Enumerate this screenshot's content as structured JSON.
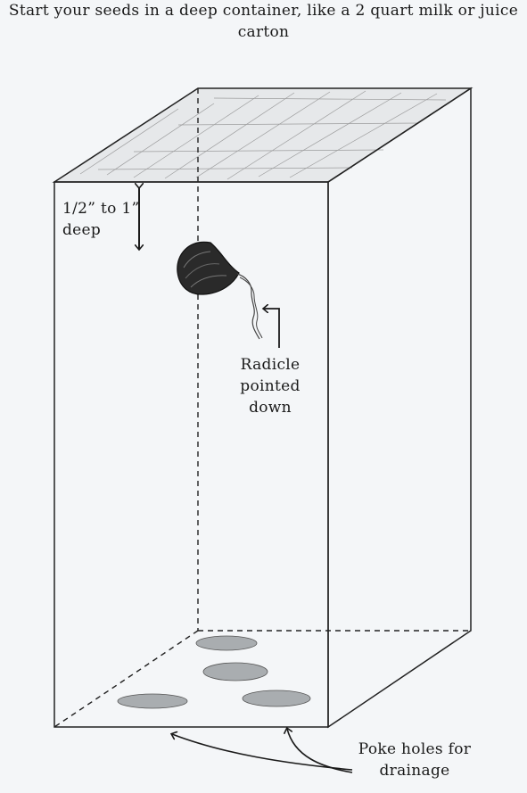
{
  "diagram": {
    "title": "Start your seeds in a deep container, like a 2 quart milk or juice carton",
    "depth_label": "1/2” to 1” deep",
    "radicle_label": "Radicle pointed down",
    "drainage_label": "Poke holes for drainage"
  }
}
